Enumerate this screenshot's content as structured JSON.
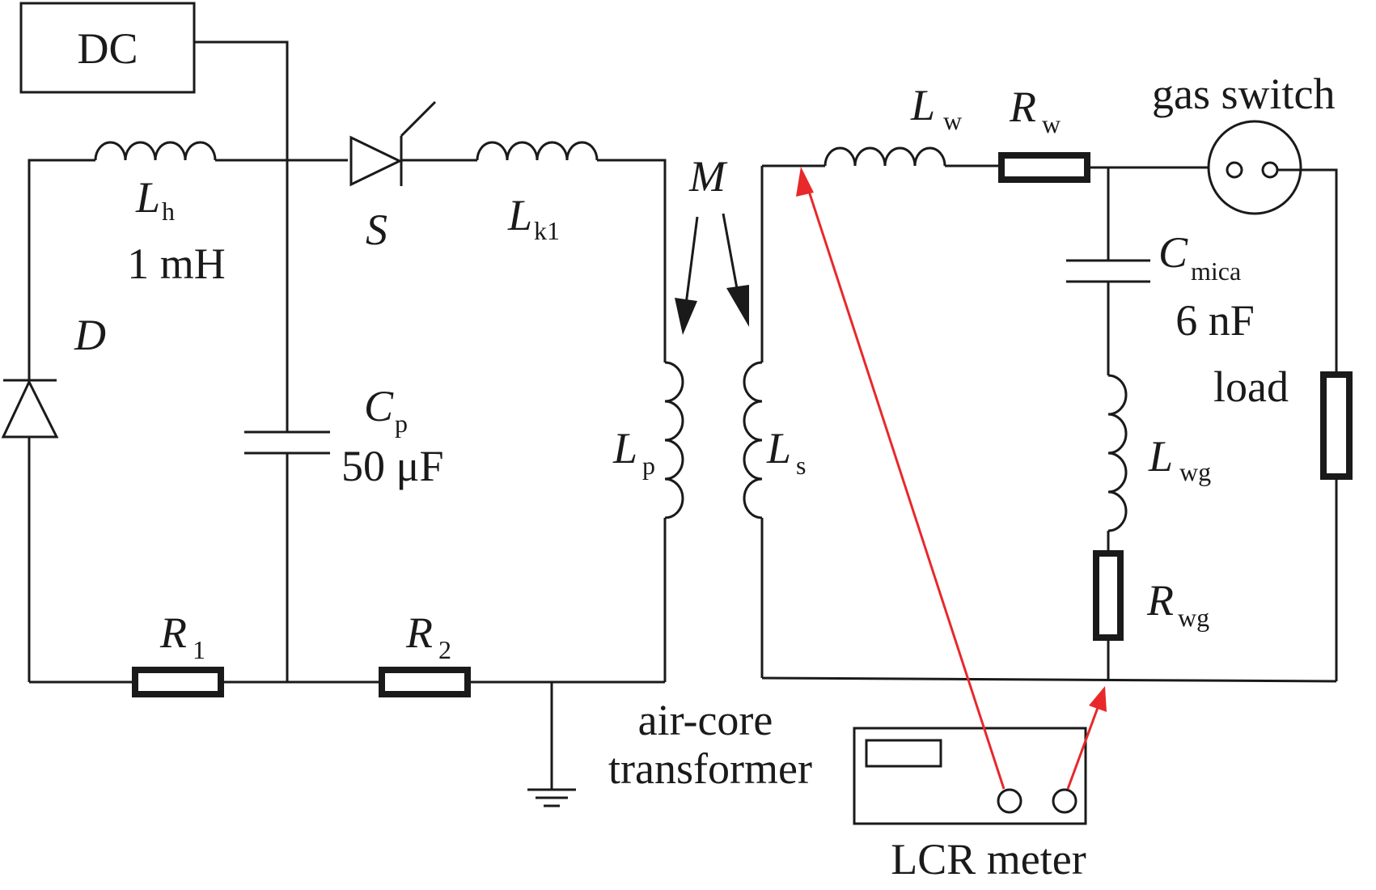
{
  "labels": {
    "dc": "DC",
    "lh_sym": "L",
    "lh_sub": "h",
    "lh_val": "1 mH",
    "s_sym": "S",
    "lk_sym": "L",
    "lk_sub": "k1",
    "m_sym": "M",
    "d_sym": "D",
    "cp_sym": "C",
    "cp_sub": "p",
    "cp_val": "50 μF",
    "lp_sym": "L",
    "lp_sub": "p",
    "ls_sym": "L",
    "ls_sub": "s",
    "r1_sym": "R",
    "r1_sub": "1",
    "r2_sym": "R",
    "r2_sub": "2",
    "transformer_1": "air-core",
    "transformer_2": "transformer",
    "lw_sym": "L",
    "lw_sub": "w",
    "rw_sym": "R",
    "rw_sub": "w",
    "gas_switch": "gas switch",
    "cmica_sym": "C",
    "cmica_sub": "mica",
    "cmica_val": "6 nF",
    "load": "load",
    "lwg_sym": "L",
    "lwg_sub": "wg",
    "rwg_sym": "R",
    "rwg_sub": "wg",
    "lcr": "LCR meter"
  },
  "colors": {
    "wire": "#1a1a1a",
    "probe": "#e8282b",
    "background": "#ffffff"
  }
}
